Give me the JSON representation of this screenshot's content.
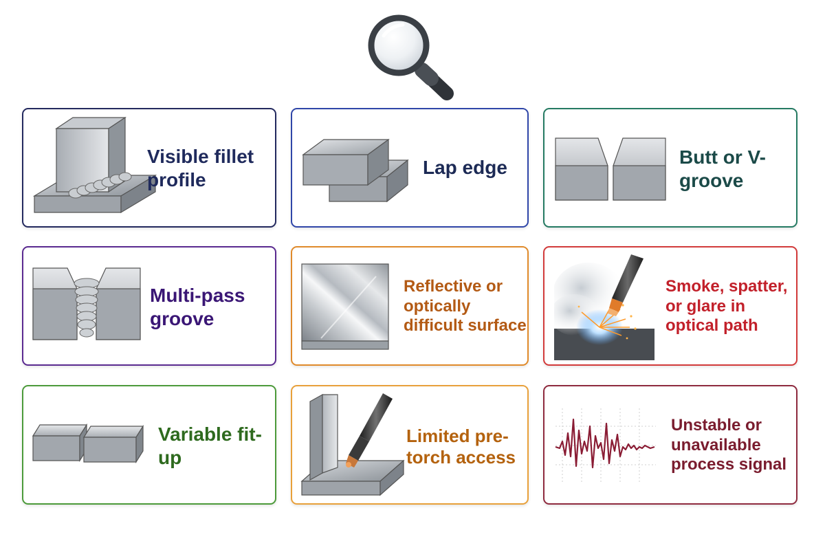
{
  "cards": [
    {
      "label": "Visible fillet profile",
      "color": "#1f2a5c",
      "border": "#23295e",
      "icon": "fillet-joint-icon"
    },
    {
      "label": "Lap edge",
      "color": "#1c2a55",
      "border": "#2f46a8",
      "icon": "lap-joint-icon"
    },
    {
      "label": "Butt or V-groove",
      "color": "#1b4a48",
      "border": "#247a62",
      "icon": "butt-joint-icon"
    },
    {
      "label": "Multi-pass groove",
      "color": "#3a1675",
      "border": "#5a2a90",
      "icon": "multipass-groove-icon"
    },
    {
      "label": "Reflective or optically difficult surface",
      "color": "#b35a14",
      "border": "#e08a2a",
      "icon": "reflective-plate-icon"
    },
    {
      "label": "Smoke, spatter, or glare in optical path",
      "color": "#c2202a",
      "border": "#d23a3a",
      "icon": "welding-smoke-icon"
    },
    {
      "label": "Variable fit-up",
      "color": "#2e6a1e",
      "border": "#4c9a3a",
      "icon": "variable-fitup-icon"
    },
    {
      "label": "Limited pre-torch access",
      "color": "#b4620e",
      "border": "#e8a03a",
      "icon": "torch-access-icon"
    },
    {
      "label": "Unstable or unavailable process signal",
      "color": "#7a1c2e",
      "border": "#8e2a3e",
      "icon": "process-signal-icon"
    }
  ]
}
